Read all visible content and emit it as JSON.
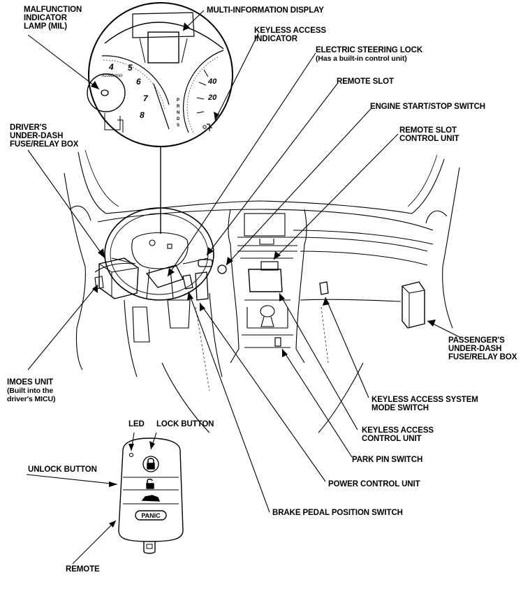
{
  "labels": {
    "mil": [
      "MALFUNCTION",
      "INDICATOR",
      "LAMP (MIL)"
    ],
    "mid": "MULTI-INFORMATION DISPLAY",
    "keyless_indicator": [
      "KEYLESS ACCESS",
      "INDICATOR"
    ],
    "steering_lock": [
      "ELECTRIC STEERING LOCK",
      "(Has a built-in control unit)"
    ],
    "remote_slot": "REMOTE SLOT",
    "engine_start": "ENGINE START/STOP SWITCH",
    "remote_slot_cu": [
      "REMOTE SLOT",
      "CONTROL UNIT"
    ],
    "driver_fuse": [
      "DRIVER'S",
      "UNDER-DASH",
      "FUSE/RELAY BOX"
    ],
    "passenger_fuse": [
      "PASSENGER'S",
      "UNDER-DASH",
      "FUSE/RELAY BOX"
    ],
    "imoes": [
      "IMOES UNIT",
      "(Built into the",
      "driver's MICU)"
    ],
    "keyless_mode": [
      "KEYLESS ACCESS SYSTEM",
      "MODE SWITCH"
    ],
    "keyless_cu": [
      "KEYLESS ACCESS",
      "CONTROL UNIT"
    ],
    "park_pin": "PARK PIN SWITCH",
    "pcu": "POWER CONTROL UNIT",
    "brake": "BRAKE PEDAL POSITION SWITCH",
    "led": "LED",
    "lock_btn": "LOCK BUTTON",
    "unlock_btn": "UNLOCK BUTTON",
    "remote": "REMOTE"
  },
  "gauge": {
    "tach_numbers": [
      "4",
      "5",
      "6",
      "7",
      "8"
    ],
    "tach_unit": "x1000r/min",
    "gear": [
      "P",
      "R",
      "N",
      "D",
      "S"
    ],
    "speed_numbers": [
      "40",
      "20"
    ]
  },
  "remote": {
    "panic": "PANIC"
  }
}
